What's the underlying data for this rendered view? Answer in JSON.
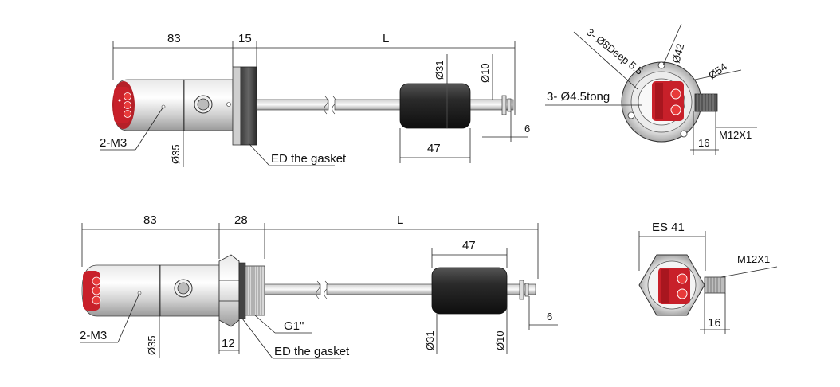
{
  "top_side_view": {
    "dim_head_length": "83",
    "dim_flange": "15",
    "dim_length": "L",
    "dim_float_diameter": "Ø31",
    "dim_stem_diameter": "Ø10",
    "dim_float_length": "47",
    "dim_end": "6",
    "label_screws": "2-M3",
    "label_body_diameter": "Ø35",
    "label_gasket": "ED the gasket"
  },
  "top_end_view": {
    "label_holes": "3- Ø8Deep 5.5",
    "label_diameter_42": "Ø42",
    "label_diameter_54": "Ø54",
    "label_through_holes": "3- Ø4.5tong",
    "label_connector": "M12X1",
    "dim_connector": "16"
  },
  "bottom_side_view": {
    "dim_head_length": "83",
    "dim_thread_length": "28",
    "dim_length": "L",
    "dim_float_length": "47",
    "dim_end": "6",
    "label_screws": "2-M3",
    "label_body_diameter": "Ø35",
    "dim_hex": "12",
    "label_thread": "G1\"",
    "label_gasket": "ED the gasket",
    "dim_float_diameter": "Ø31",
    "dim_stem_diameter": "Ø10"
  },
  "bottom_end_view": {
    "label_hex": "ES 41",
    "label_connector": "M12X1",
    "dim_connector": "16"
  },
  "colors": {
    "display_red": "#c8202a",
    "float_dark": "#2a2a2a",
    "line": "#222222"
  }
}
